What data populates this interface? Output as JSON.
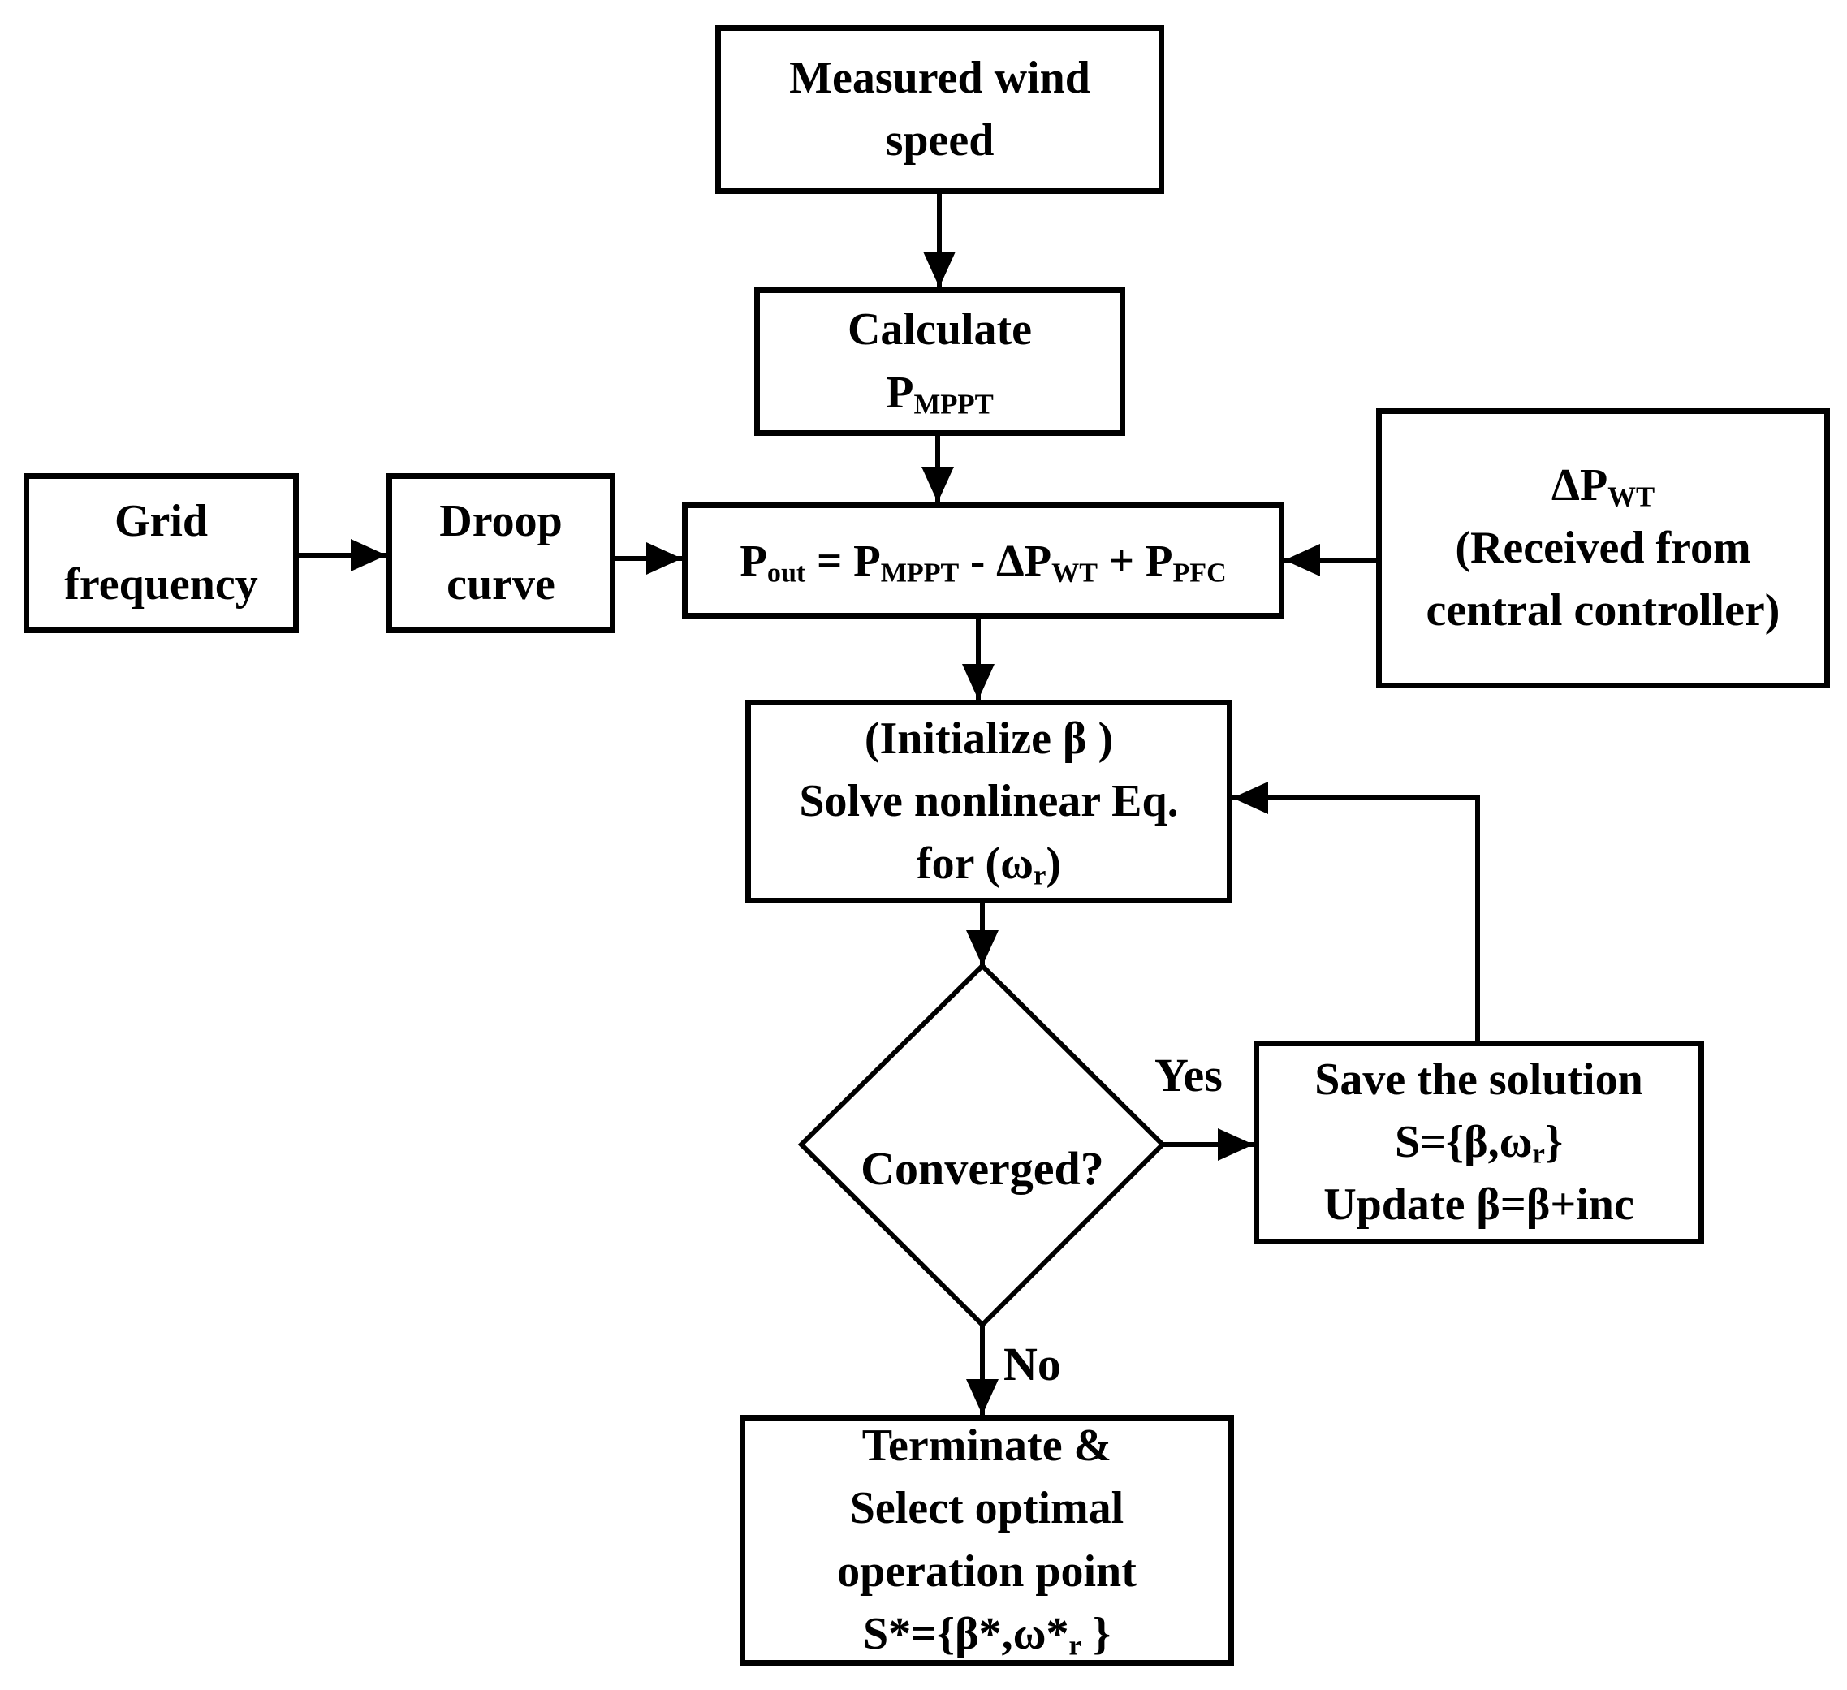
{
  "colors": {
    "line": "#000000",
    "background": "#ffffff",
    "box_fill": "#ffffff"
  },
  "boxes": {
    "measured": {
      "line1": "Measured wind",
      "line2": "speed"
    },
    "calculate": {
      "line1": "Calculate",
      "formula_base": "P",
      "formula_sub": "MPPT"
    },
    "grid": {
      "line1": "Grid",
      "line2": "frequency"
    },
    "droop": {
      "line1": "Droop",
      "line2": "curve"
    },
    "pout": {
      "p1": "P",
      "p1_sub": "out",
      "eq": " = ",
      "p2": "P",
      "p2_sub": "MPPT",
      "minus": " - ",
      "p3": "ΔP",
      "p3_sub": "WT",
      "plus": " + ",
      "p4": "P",
      "p4_sub": "PFC"
    },
    "dpwt": {
      "formula_base": "ΔP",
      "formula_sub": "WT",
      "line2": "(Received from",
      "line3": "central controller)"
    },
    "solve": {
      "line1": "(Initialize β )",
      "line2": "Solve nonlinear Eq.",
      "line3_a": "for (ω",
      "line3_sub": "r",
      "line3_b": ")"
    },
    "converged": {
      "label": "Converged?"
    },
    "save": {
      "line1": "Save the solution",
      "line2_a": "S={β,ω",
      "line2_sub": "r",
      "line2_b": "}",
      "line3": "Update β=β+inc"
    },
    "terminate": {
      "line1": "Terminate &",
      "line2": "Select optimal",
      "line3": "operation point",
      "line4_a": "S*={β*,ω*",
      "line4_sub": "r",
      "line4_b": " }"
    }
  },
  "edge_labels": {
    "yes": "Yes",
    "no": "No"
  }
}
